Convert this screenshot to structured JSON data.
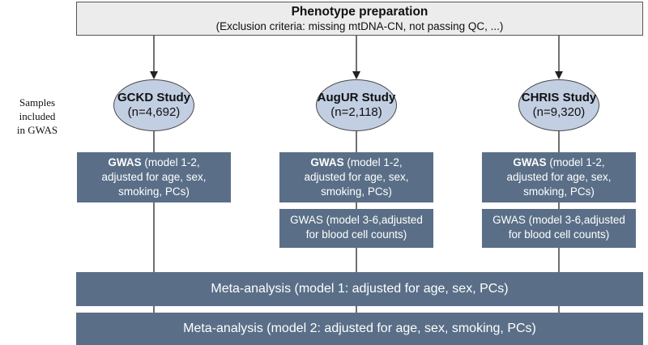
{
  "header": {
    "title": "Phenotype preparation",
    "subtitle": "(Exclusion criteria: missing mtDNA-CN, not passing QC, ...)"
  },
  "side_label": {
    "line1": "Samples included",
    "line2": "in GWAS"
  },
  "studies": [
    {
      "name": "GCKD Study",
      "n": "(n=4,692)",
      "gwas_bold": "GWAS",
      "gwas_rest": " (model 1-2,",
      "gwas_line2": "adjusted for age, sex,",
      "gwas_line3": "smoking, PCs)"
    },
    {
      "name": "AugUR Study",
      "n": "(n=2,118)",
      "gwas_bold": "GWAS",
      "gwas_rest": " (model 1-2,",
      "gwas_line2": "adjusted for age, sex,",
      "gwas_line3": "smoking, PCs)",
      "gwas2_line1": "GWAS (model 3-6,adjusted",
      "gwas2_line2": "for blood cell counts)"
    },
    {
      "name": "CHRIS Study",
      "n": "(n=9,320)",
      "gwas_bold": "GWAS",
      "gwas_rest": " (model 1-2,",
      "gwas_line2": "adjusted for age, sex,",
      "gwas_line3": "smoking, PCs)",
      "gwas2_line1": "GWAS (model 3-6,adjusted",
      "gwas2_line2": "for blood cell counts)"
    }
  ],
  "meta": [
    "Meta-analysis (model 1: adjusted for age, sex, PCs)",
    "Meta-analysis (model 2: adjusted for age, sex, smoking, PCs)"
  ],
  "colors": {
    "header_bg": "#ececec",
    "study_fill": "#c2cfe2",
    "box_fill": "#5a6f87",
    "line": "#222222"
  }
}
